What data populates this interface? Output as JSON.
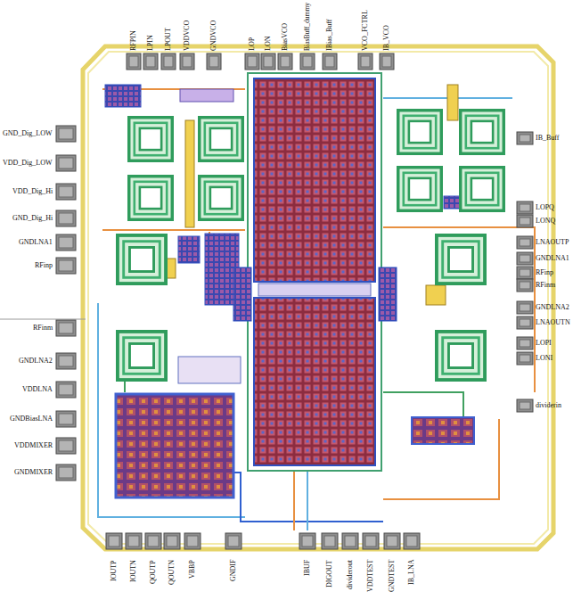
{
  "diagram": {
    "labels": [
      "RFPIN",
      "LPIN",
      "LPOUT",
      "VDDVCO",
      "GNDVCO",
      "LOP",
      "LON",
      "BiasVCO",
      "BiasBuff_dummy",
      "IBias_Buff",
      "VCO_FCTRL",
      "IB_VCO",
      "GND_Dig_LOW",
      "VDD_Dig_LOW",
      "VDD_Dig_Hi",
      "GND_Dig_Hi",
      "GNDLNA1",
      "RFinp",
      "RFinm",
      "GNDLNA2",
      "VDDLNA",
      "GNDBiasLNA",
      "VDDMIXER",
      "GNDMIXER",
      "IB_Buff",
      "LOPQ",
      "LONQ",
      "LNAOUTP",
      "GNDLNA1",
      "RFinp",
      "RFinm",
      "GNDLNA2",
      "LNAOUTN",
      "LOPI",
      "LONI",
      "dividerin",
      "IOUTP",
      "IOUTN",
      "QOUTP",
      "QOUTN",
      "VBBP",
      "GNDIF",
      "IBUF",
      "DIGOUT",
      "dividerout",
      "VDDTEST",
      "GNDTEST",
      "IB_LNA"
    ]
  }
}
